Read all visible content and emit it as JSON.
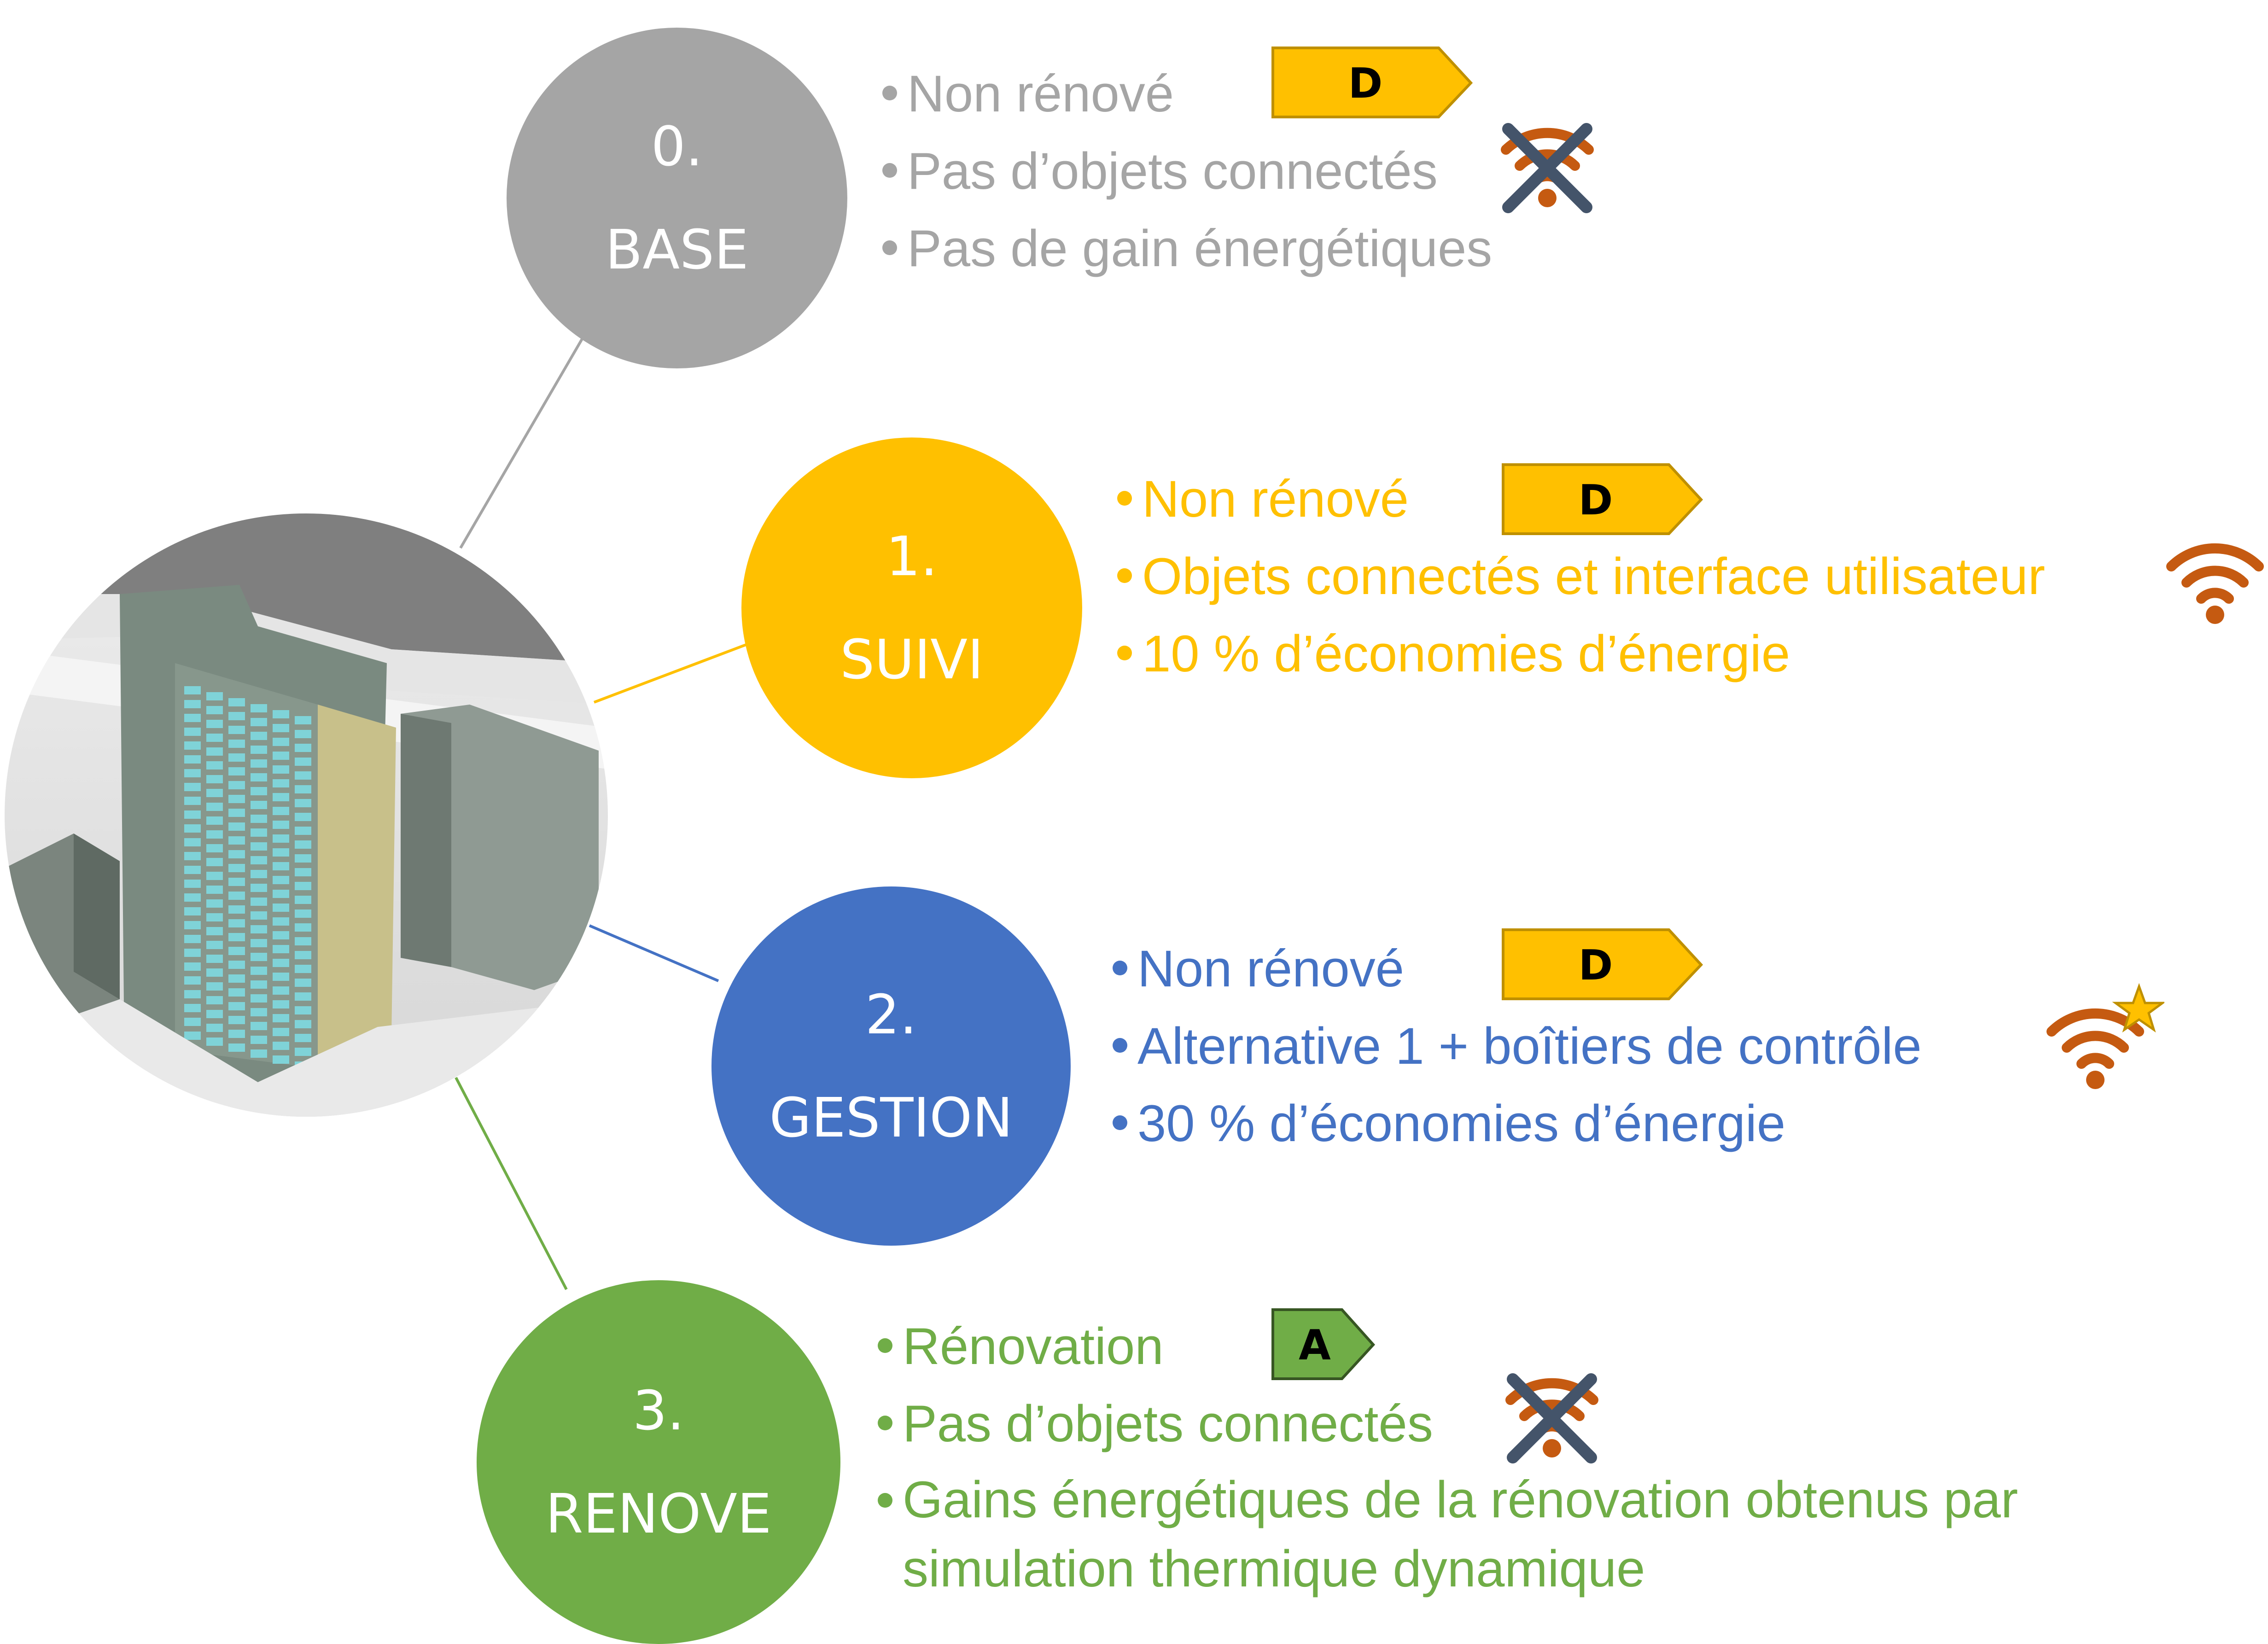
{
  "colors": {
    "base": "#a5a5a5",
    "suivi": "#ffc000",
    "gestion": "#4472c4",
    "renove": "#70ad47",
    "wifi": "#c55a11",
    "cross": "#44546a",
    "star": "#ffc000"
  },
  "stages": [
    {
      "number": "0.",
      "name": "BASE",
      "items": [
        "Non rénové",
        "Pas d’objets connectés",
        "Pas de gain énergétiques"
      ],
      "label_grade": "D",
      "connectivity_icon": "wifi-crossed-icon"
    },
    {
      "number": "1.",
      "name": "SUIVI",
      "items": [
        "Non rénové",
        "Objets connectés et interface utilisateur",
        "10 % d’économies d’énergie"
      ],
      "label_grade": "D",
      "connectivity_icon": "wifi-icon"
    },
    {
      "number": "2.",
      "name": "GESTION",
      "items": [
        "Non rénové",
        "Alternative 1 + boîtiers de contrôle",
        "30 % d’économies d’énergie"
      ],
      "label_grade": "D",
      "connectivity_icon": "wifi-star-icon"
    },
    {
      "number": "3.",
      "name": "RENOVE",
      "items": [
        "Rénovation",
        "Pas d’objets connectés",
        "Gains énergétiques de la rénovation obtenus par simulation thermique dynamique"
      ],
      "label_grade": "A",
      "connectivity_icon": "wifi-crossed-icon"
    }
  ]
}
